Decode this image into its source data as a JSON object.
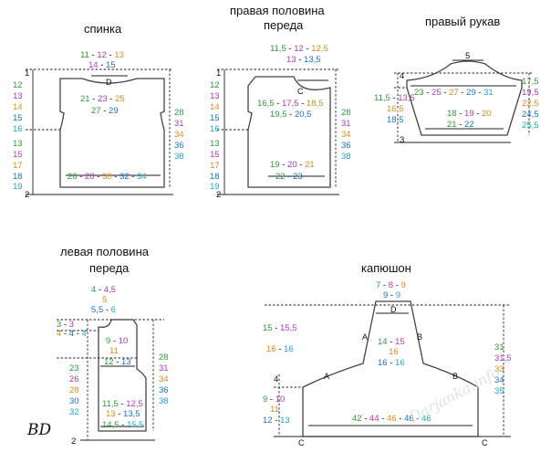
{
  "colors": {
    "green": "#2e9b3a",
    "purple": "#b03bb3",
    "orange": "#d98c1a",
    "blue": "#1c6fc9",
    "cyan": "#1fa8bf",
    "black": "#111111"
  },
  "back": {
    "title": "спинка",
    "neck_top": [
      "11",
      "12",
      "13"
    ],
    "neck_width": [
      "14",
      "15"
    ],
    "marker": "D",
    "armhole": [
      "21",
      "23",
      "25"
    ],
    "chest": [
      "27",
      "29"
    ],
    "bottom": [
      "26",
      "28",
      "30",
      "32",
      "34"
    ],
    "left_col": [
      "1",
      "12",
      "13",
      "14",
      "15",
      "16",
      "13",
      "15",
      "17",
      "18",
      "19",
      "2"
    ],
    "right_col": [
      "28",
      "31",
      "34",
      "36",
      "38"
    ]
  },
  "right_front": {
    "title_line1": "правая половина",
    "title_line2": "переда",
    "neck_top": [
      "11,5",
      "12",
      "12,5"
    ],
    "neck_width": [
      "13",
      "13,5"
    ],
    "marker": "C",
    "armhole": [
      "16,5",
      "17,5",
      "18,5"
    ],
    "chest": [
      "19,5",
      "20,5"
    ],
    "waist": [
      "19",
      "20",
      "21"
    ],
    "bottom": [
      "22",
      "23"
    ],
    "left_col": [
      "1",
      "12",
      "13",
      "14",
      "15",
      "16",
      "13",
      "15",
      "17",
      "18",
      "19",
      "2"
    ],
    "right_col": [
      "28",
      "31",
      "34",
      "36",
      "38"
    ]
  },
  "right_sleeve": {
    "title": "правый рукав",
    "cap_top": "5",
    "left_top": "4",
    "left_nums": [
      "11,5",
      "13,5",
      "16,5",
      "18,5"
    ],
    "upper": [
      "23",
      "25",
      "27",
      "29",
      "31"
    ],
    "mid": [
      "18",
      "19",
      "20"
    ],
    "cuff": [
      "21",
      "22"
    ],
    "right_nums": [
      "17,5",
      "19,5",
      "22,5",
      "24,5",
      "25,5"
    ],
    "bottom": "3"
  },
  "left_front": {
    "title_line1": "левая половина",
    "title_line2": "переда",
    "top_nums": [
      "4",
      "4,5"
    ],
    "top_five": "5",
    "top_width": [
      "5,5",
      "6"
    ],
    "side_3": [
      "3",
      "3"
    ],
    "side_4": [
      "4",
      "4",
      "4"
    ],
    "armhole": [
      "9",
      "10"
    ],
    "armhole2": "11",
    "chest": [
      "12",
      "13"
    ],
    "waist": [
      "11,5",
      "12,5"
    ],
    "waist2": [
      "13",
      "13,5"
    ],
    "bottom": [
      "14,5",
      "15,5"
    ],
    "left_col": [
      "23",
      "26",
      "28",
      "30",
      "32"
    ],
    "right_col": [
      "28",
      "31",
      "34",
      "36",
      "38"
    ],
    "bottom_tick": "2"
  },
  "hood": {
    "title": "капюшон",
    "top": [
      "7",
      "8",
      "9"
    ],
    "top2": [
      "9",
      "9"
    ],
    "marker_d": "D",
    "marker_a": "A",
    "marker_b": "B",
    "marker_c": "C",
    "left_upper": [
      "15",
      "15,5"
    ],
    "left_upper2": [
      "16",
      "16"
    ],
    "mid": [
      "14",
      "15"
    ],
    "mid2": "16",
    "mid3": [
      "16",
      "16"
    ],
    "left_lower": [
      "9",
      "10"
    ],
    "left_lower2": "11",
    "left_lower3": [
      "12",
      "13"
    ],
    "left_four": "4",
    "bottom": [
      "42",
      "44",
      "46",
      "46",
      "46"
    ],
    "right_col": [
      "31",
      "31,5",
      "33",
      "34",
      "35"
    ]
  },
  "watermark": "Darjanka.info",
  "signature": "BD"
}
